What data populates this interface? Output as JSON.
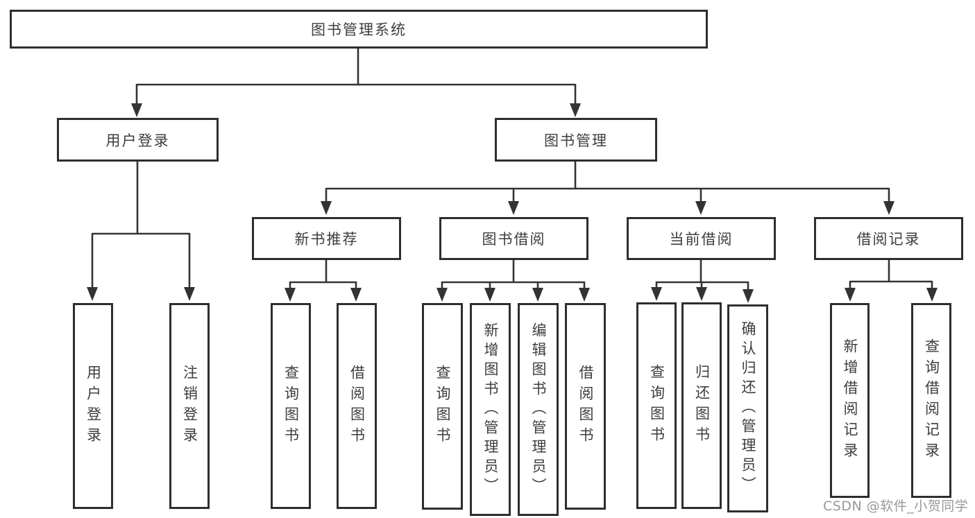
{
  "colors": {
    "background": "#ffffff",
    "box_border": "#2e2e2e",
    "connector_line": "#333333",
    "text": "#3d3d3d",
    "watermark": "#8d8d8d"
  },
  "diagram": {
    "root": "图书管理系统",
    "level2": {
      "user_login": "用户登录",
      "book_management": "图书管理"
    },
    "level3": {
      "new_book": "新书推荐",
      "book_borrow": "图书借阅",
      "current_borrow": "当前借阅",
      "borrow_record": "借阅记录"
    },
    "leaves": {
      "user_login": [
        "用户登录",
        "注销登录"
      ],
      "new_book": [
        "查询图书",
        "借阅图书"
      ],
      "book_borrow": [
        "查询图书",
        "新增图书（管理员）",
        "编辑图书（管理员）",
        "借阅图书"
      ],
      "current_borrow": [
        "查询图书",
        "归还图书",
        "确认归还（管理员）"
      ],
      "borrow_record": [
        "新增借阅记录",
        "查询借阅记录"
      ]
    }
  },
  "watermark": "CSDN @软件_小贺同学"
}
